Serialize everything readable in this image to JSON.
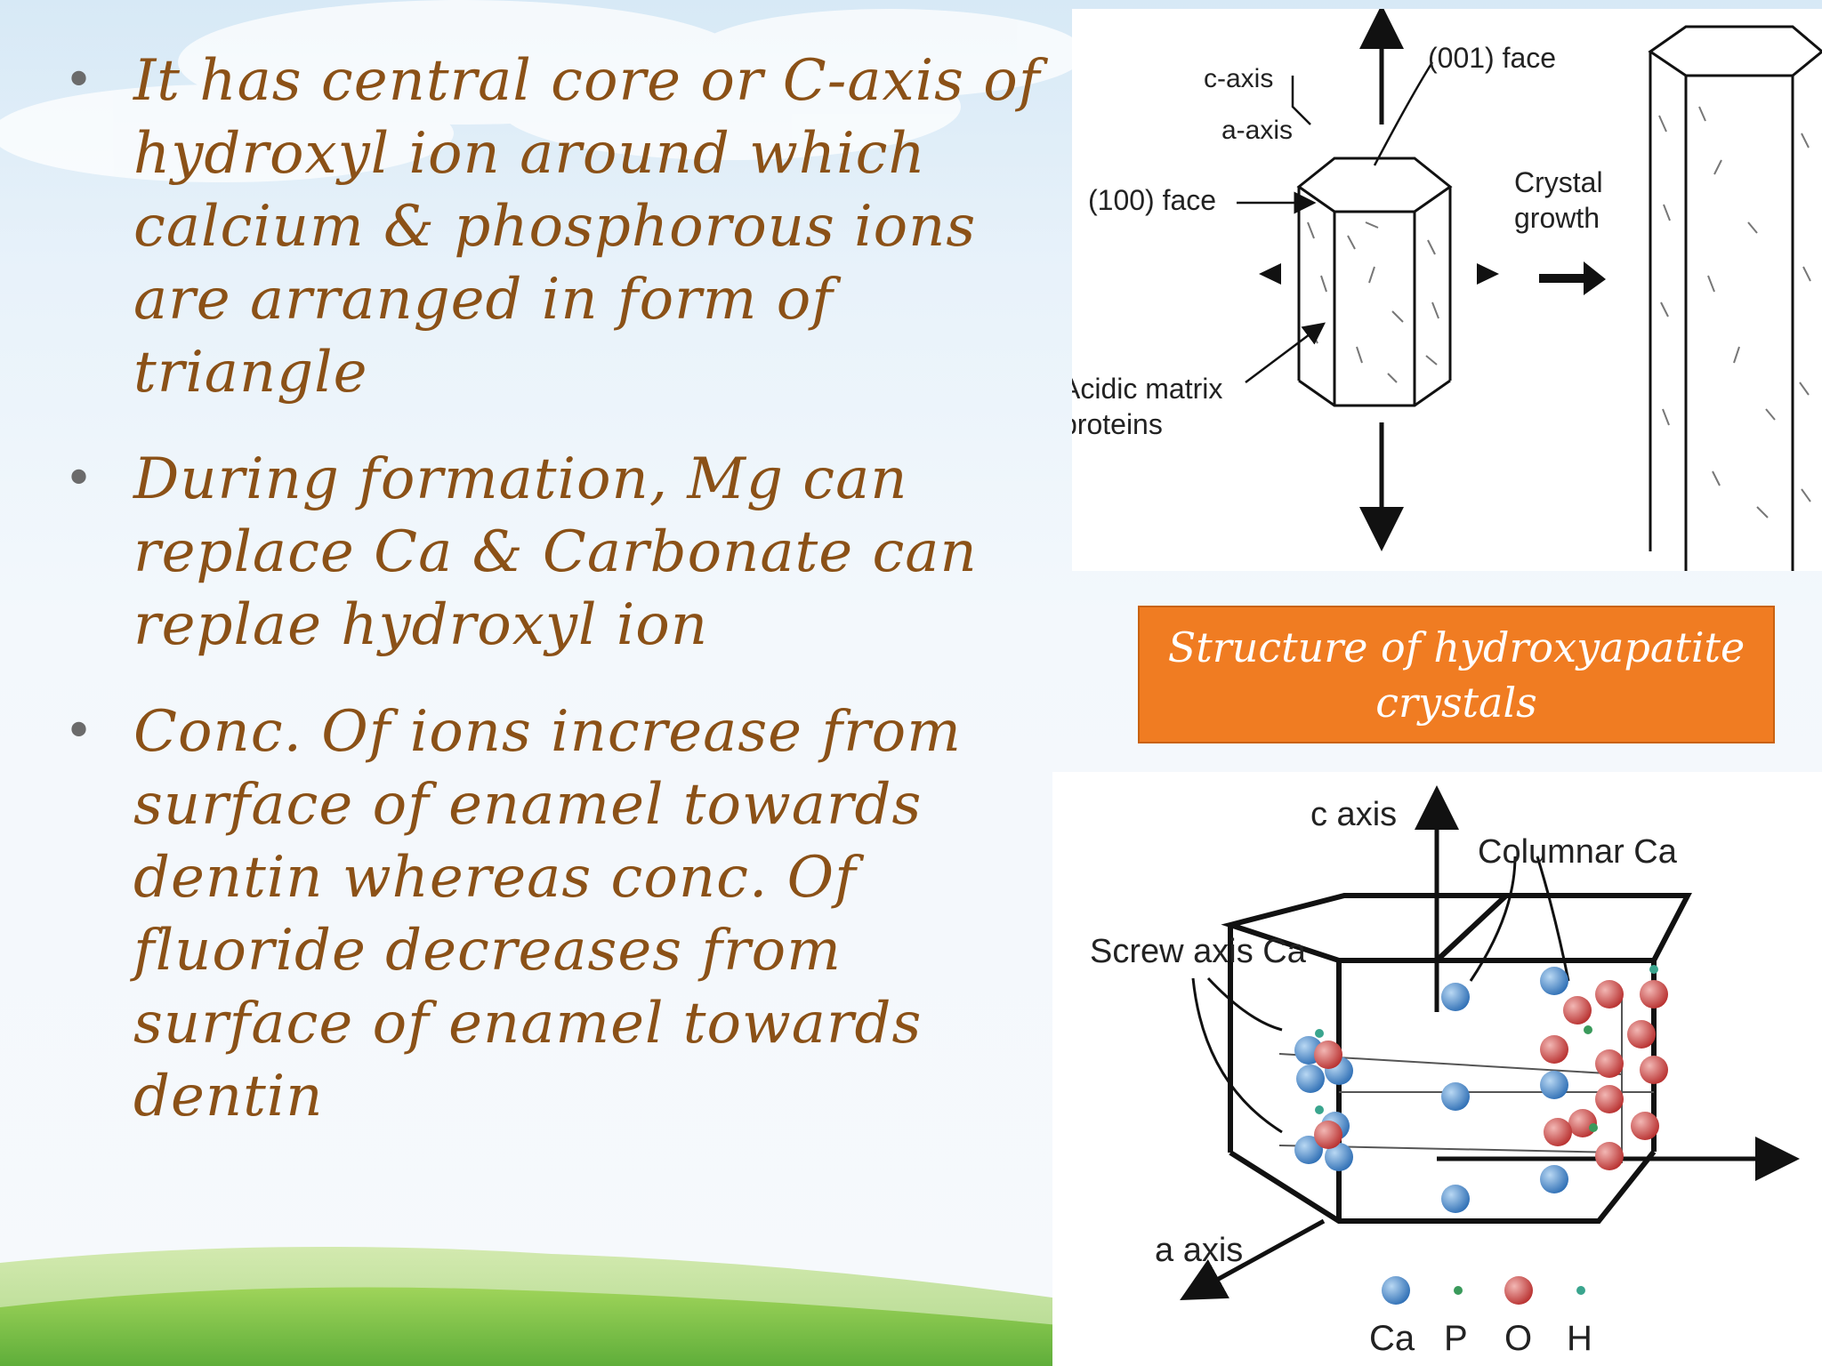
{
  "bullets": [
    "It has central core or C-axis of hydroxyl ion around which calcium & phosphorous ions are arranged in form of triangle",
    "During formation, Mg can replace Ca & Carbonate can replae hydroxyl ion",
    "Conc. Of ions increase from surface of enamel towards dentin whereas conc. Of fluoride decreases from surface of enamel towards dentin"
  ],
  "bullet_symbol": "•",
  "caption": "Structure of hydroxyapatite crystals",
  "figure_top": {
    "c_axis": "c-axis",
    "a_axis": "a-axis",
    "face_001": "(001) face",
    "face_100": "(100) face",
    "crystal_growth_line1": "Crystal",
    "crystal_growth_line2": "growth",
    "matrix_line1": "Acidic matrix",
    "matrix_line2": "proteins"
  },
  "figure_bottom": {
    "c_axis": "c axis",
    "a_axis": "a axis",
    "columnar_ca": "Columnar Ca",
    "screw_axis_ca": "Screw axis Ca",
    "legend": [
      {
        "label": "Ca",
        "color": "#2f6fb5"
      },
      {
        "label": "P",
        "color": "#3a9a5b"
      },
      {
        "label": "O",
        "color": "#c0393b"
      },
      {
        "label": "H",
        "color": "#3aa58e"
      }
    ]
  },
  "colors": {
    "text": "#8b5117",
    "caption_bg": "#f07c22",
    "grass": "#7fc24a"
  }
}
